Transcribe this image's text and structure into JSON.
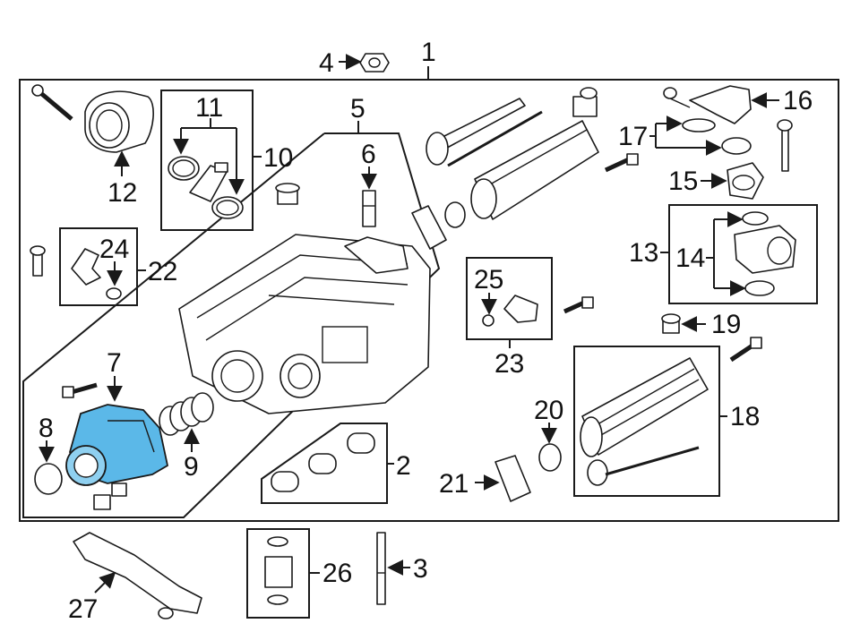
{
  "diagram": {
    "highlight_color": "#5bb8e8",
    "callouts": [
      {
        "id": "c1",
        "label": "1"
      },
      {
        "id": "c2",
        "label": "2"
      },
      {
        "id": "c3",
        "label": "3"
      },
      {
        "id": "c4",
        "label": "4"
      },
      {
        "id": "c5",
        "label": "5"
      },
      {
        "id": "c6",
        "label": "6"
      },
      {
        "id": "c7",
        "label": "7"
      },
      {
        "id": "c8",
        "label": "8"
      },
      {
        "id": "c9",
        "label": "9"
      },
      {
        "id": "c10",
        "label": "10"
      },
      {
        "id": "c11",
        "label": "11"
      },
      {
        "id": "c12",
        "label": "12"
      },
      {
        "id": "c13",
        "label": "13"
      },
      {
        "id": "c14",
        "label": "14"
      },
      {
        "id": "c15",
        "label": "15"
      },
      {
        "id": "c16",
        "label": "16"
      },
      {
        "id": "c17",
        "label": "17"
      },
      {
        "id": "c18",
        "label": "18"
      },
      {
        "id": "c19",
        "label": "19"
      },
      {
        "id": "c20",
        "label": "20"
      },
      {
        "id": "c21",
        "label": "21"
      },
      {
        "id": "c22",
        "label": "22"
      },
      {
        "id": "c23",
        "label": "23"
      },
      {
        "id": "c24",
        "label": "24"
      },
      {
        "id": "c25",
        "label": "25"
      },
      {
        "id": "c26",
        "label": "26"
      },
      {
        "id": "c27",
        "label": "27"
      }
    ]
  }
}
